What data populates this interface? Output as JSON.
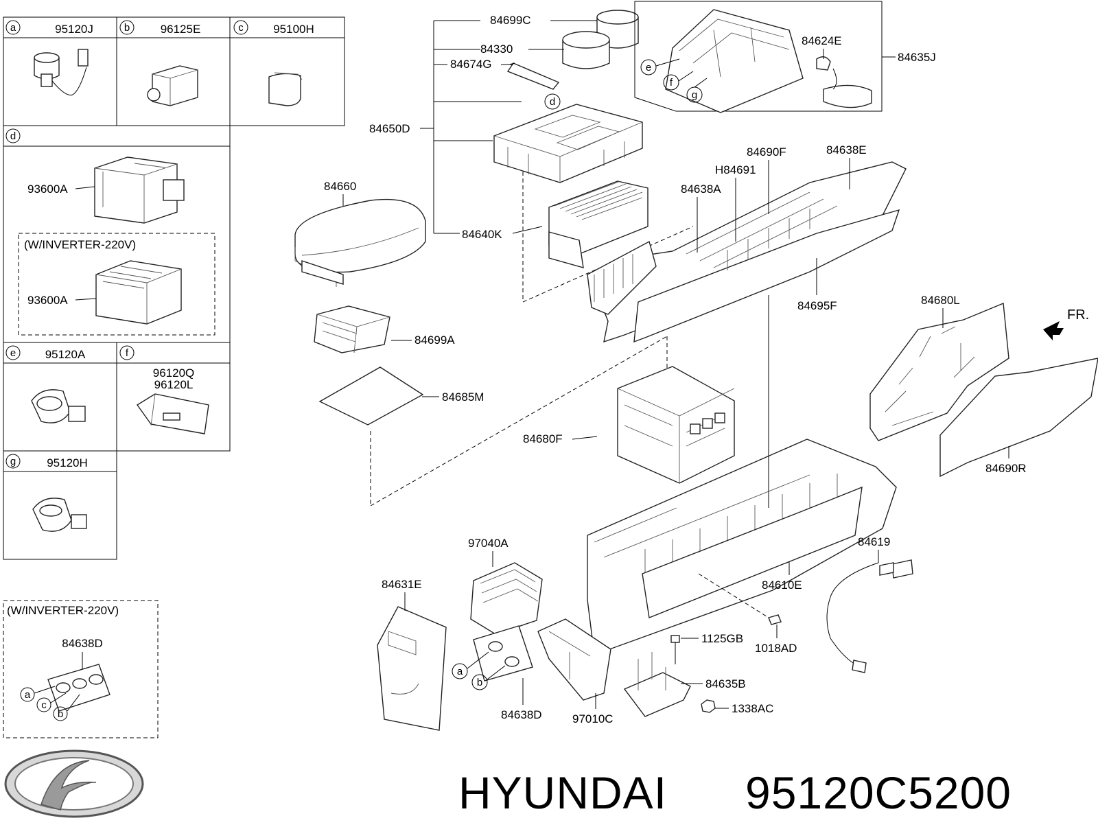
{
  "brand": {
    "name": "HYUNDAI",
    "part_number": "95120C5200"
  },
  "direction_label": "FR.",
  "inset_table": [
    {
      "letter": "a",
      "part": "95120J"
    },
    {
      "letter": "b",
      "part": "96125E"
    },
    {
      "letter": "c",
      "part": "95100H"
    },
    {
      "letter": "d",
      "parts": [
        "93600A",
        "93600A"
      ],
      "variant_note": "(W/INVERTER-220V)"
    },
    {
      "letter": "e",
      "part": "95120A"
    },
    {
      "letter": "f",
      "parts": [
        "96120Q",
        "96120L"
      ]
    },
    {
      "letter": "g",
      "part": "95120H"
    }
  ],
  "inverter_box": {
    "note": "(W/INVERTER-220V)",
    "part": "84638D",
    "callouts": [
      "a",
      "c",
      "b"
    ]
  },
  "labels": {
    "p84699C": "84699C",
    "p84330": "84330",
    "p84674G": "84674G",
    "p84650D": "84650D",
    "p84640K": "84640K",
    "p84660": "84660",
    "p84699A": "84699A",
    "p84685M": "84685M",
    "p84624E": "84624E",
    "p84635J": "84635J",
    "p84690F": "84690F",
    "p84638E": "84638E",
    "pH84691": "H84691",
    "p84638A": "84638A",
    "p84695F": "84695F",
    "p84680L": "84680L",
    "p84680F": "84680F",
    "p84690R": "84690R",
    "p97040A": "97040A",
    "p84619": "84619",
    "p84631E": "84631E",
    "p84610E": "84610E",
    "p1125GB": "1125GB",
    "p1018AD": "1018AD",
    "p84635B": "84635B",
    "p1338AC": "1338AC",
    "p84638D": "84638D",
    "p97010C": "97010C"
  },
  "callouts": {
    "d": "d",
    "e": "e",
    "f": "f",
    "g": "g",
    "a": "a",
    "b": "b"
  }
}
